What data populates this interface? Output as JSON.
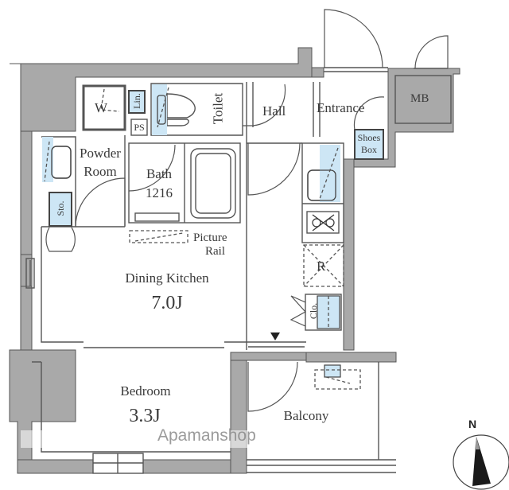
{
  "plan": {
    "rooms": {
      "w": "W",
      "lin": "Lin.",
      "ps": "PS",
      "toilet": "Toilet",
      "hall": "Hall",
      "entrance": "Entrance",
      "mb": "MB",
      "shoes_box_1": "Shoes",
      "shoes_box_2": "Box",
      "powder_room_1": "Powder",
      "powder_room_2": "Room",
      "bath": "Bath",
      "bath_size": "1216",
      "sto": "Sto.",
      "picture_rail_1": "Picture",
      "picture_rail_2": "Rail",
      "dining_kitchen": "Dining Kitchen",
      "dining_kitchen_size": "7.0J",
      "refrigerator": "R",
      "clo": "Clo.",
      "bedroom": "Bedroom",
      "bedroom_size": "3.3J",
      "balcony": "Balcony"
    },
    "compass": {
      "label": "N"
    },
    "watermark": "Apamanshop",
    "colors": {
      "wall": "#a9a9a9",
      "wall_outline": "#555555",
      "storage_fill": "#cde6f5",
      "line": "#444444",
      "background": "#ffffff"
    }
  }
}
